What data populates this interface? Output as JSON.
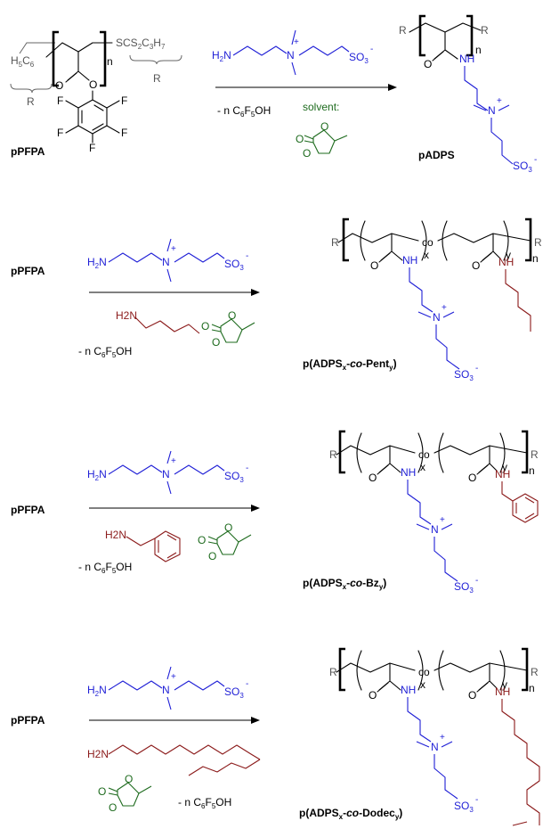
{
  "scheme1": {
    "reactant": {
      "left_end": "H5C6",
      "repeat": "n",
      "right_end": "SCS2C3H7",
      "brace_left": "R",
      "brace_right": "R",
      "label": "pPFPA",
      "fluorines": [
        "F",
        "F",
        "F",
        "F",
        "F"
      ],
      "oxygens": [
        "O",
        "O"
      ]
    },
    "reagent": "H2N-(CH2)3-N+(CH3)2-(CH2)3-SO3-",
    "reagent_atoms": {
      "amine": "H2N",
      "charge_n": "N",
      "plus": "+",
      "sulfonate": "SO3",
      "minus": "-"
    },
    "byproduct": "- n C6F5OH",
    "solvent_label": "solvent:",
    "solvent_atoms": [
      "O",
      "O",
      "O"
    ],
    "product": {
      "end": "R",
      "repeat": "n",
      "label": "pADPS",
      "atoms": {
        "o": "O",
        "nh": "NH",
        "n": "N",
        "plus": "+",
        "so3": "SO3",
        "minus": "-"
      }
    }
  },
  "scheme2": {
    "reactant_label": "pPFPA",
    "amine2": "H2N",
    "byproduct": "- n C6F5OH",
    "product_label_main": "p(ADPS",
    "product_label_sub1": "x",
    "product_label_co": "-co-",
    "product_label_name": "Pent",
    "product_label_sub2": "y",
    "product_label_end": ")",
    "co": "co",
    "sub_x": "x",
    "sub_y": "y",
    "repeat": "n"
  },
  "scheme3": {
    "reactant_label": "pPFPA",
    "amine2": "H2N",
    "byproduct": "- n C6F5OH",
    "product_label_main": "p(ADPS",
    "product_label_sub1": "x",
    "product_label_co": "-co-",
    "product_label_name": "Bz",
    "product_label_sub2": "y",
    "product_label_end": ")",
    "co": "co",
    "sub_x": "x",
    "sub_y": "y",
    "repeat": "n"
  },
  "scheme4": {
    "reactant_label": "pPFPA",
    "amine2": "H2N",
    "byproduct": "- n C6F5OH",
    "product_label_main": "p(ADPS",
    "product_label_sub1": "x",
    "product_label_co": "-co-",
    "product_label_name": "Dodec",
    "product_label_sub2": "y",
    "product_label_end": ")",
    "co": "co",
    "sub_x": "x",
    "sub_y": "y",
    "repeat": "n"
  },
  "colors": {
    "zwitterion_blue": "#1f1fd6",
    "amine_red": "#8b1a1a",
    "solvent_green": "#1e6b1e",
    "end_group_gray": "#555555"
  }
}
